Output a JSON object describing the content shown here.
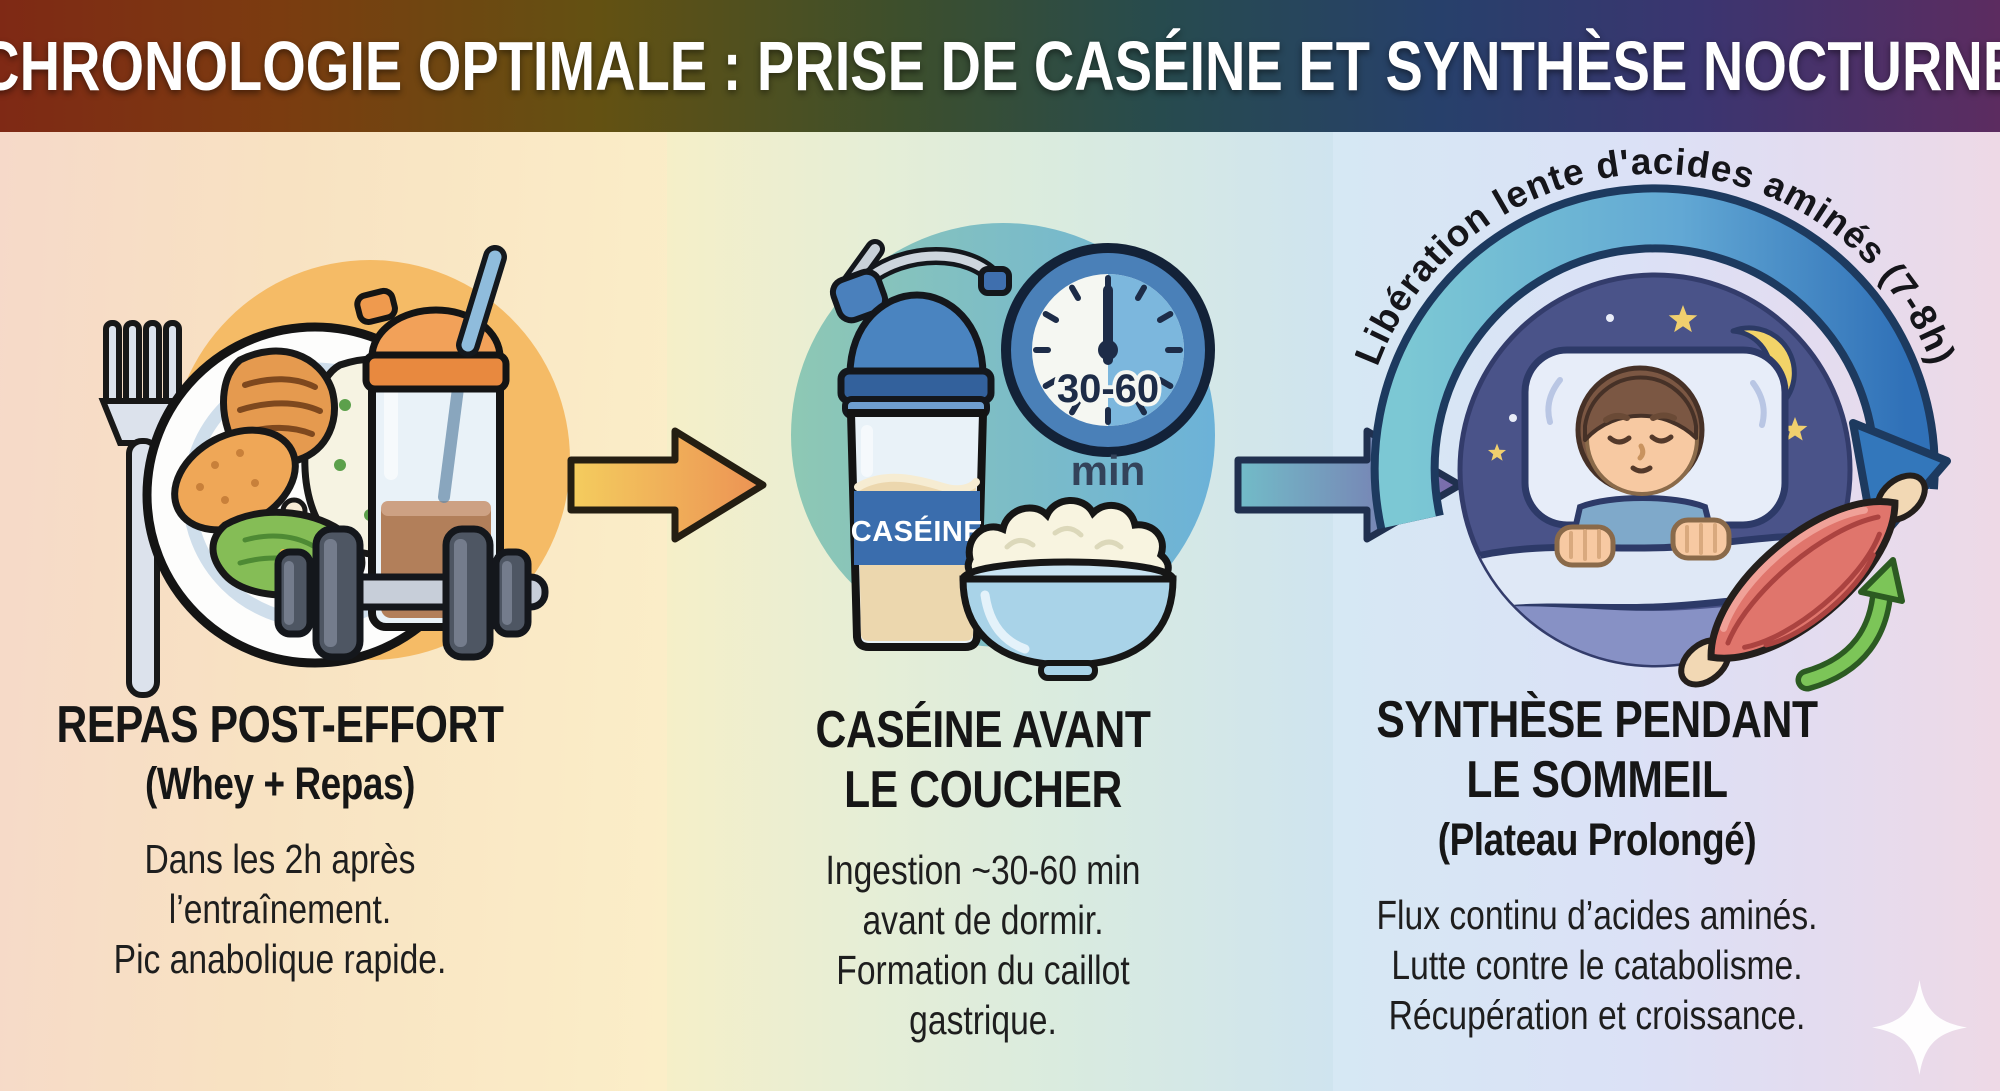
{
  "header": {
    "title": "CHRONOLOGIE OPTIMALE : PRISE DE CASÉINE ET SYNTHÈSE NOCTURNE"
  },
  "steps": [
    {
      "title_line1": "REPAS POST-EFFORT",
      "subtitle": "(Whey + Repas)",
      "body_lines": [
        "Dans les 2h après",
        "l’entraînement.",
        "Pic anabolique rapide."
      ]
    },
    {
      "title_line1": "CASÉINE AVANT",
      "title_line2": "LE COUCHER",
      "body_lines": [
        "Ingestion ~30-60 min",
        "avant de dormir.",
        "Formation du caillot",
        "gastrique."
      ],
      "shaker_label": "CASÉINE",
      "timer_value": "30-60",
      "timer_unit": "min"
    },
    {
      "title_line1": "SYNTHÈSE PENDANT",
      "title_line2": "LE SOMMEIL",
      "subtitle": "(Plateau Prolongé)",
      "body_lines": [
        "Flux continu d’acides aminés.",
        "Lutte contre le catabolisme.",
        "Récupération et croissance."
      ],
      "arc_label": "Libération lente d'acides aminés (7-8h)"
    }
  ],
  "icons": {
    "step1": [
      "fork-icon",
      "meal-plate-icon",
      "whey-shaker-icon",
      "dumbbell-icon"
    ],
    "step2": [
      "casein-shaker-icon",
      "timer-clock-icon",
      "cottage-cheese-bowl-icon"
    ],
    "step3": [
      "slow-release-arc-arrow",
      "sleeping-person",
      "moon-icon",
      "stars",
      "muscle-icon",
      "growth-arrow-icon"
    ],
    "misc": [
      "flow-arrow-1",
      "flow-arrow-2",
      "sparkle-watermark-icon"
    ]
  },
  "colors": {
    "header_gradient": [
      "#7f2915",
      "#635112",
      "#274b4e",
      "#27406b",
      "#5c2c60"
    ],
    "panel1_bg": [
      "#f6d9c9",
      "#fbeec8"
    ],
    "panel2_bg": [
      "#f5efc8",
      "#cfe4ef"
    ],
    "panel3_bg": [
      "#d6e8f4",
      "#eed9e6"
    ],
    "step1_circle": "#f5bb66",
    "step2_circle": [
      "#8ec8b4",
      "#6cb2d8"
    ],
    "step3_circle": "#4a5389",
    "arrow1": [
      "#f4cd5e",
      "#ec9254"
    ],
    "arrow2": [
      "#72bcc8",
      "#7a68ab"
    ],
    "arc_arrow": [
      "#7cc8d4",
      "#3071b8"
    ],
    "label_band": "#3a6dad",
    "muscle": "#e0756c",
    "growth_arrow": "#7cc558",
    "text": "#161616"
  }
}
